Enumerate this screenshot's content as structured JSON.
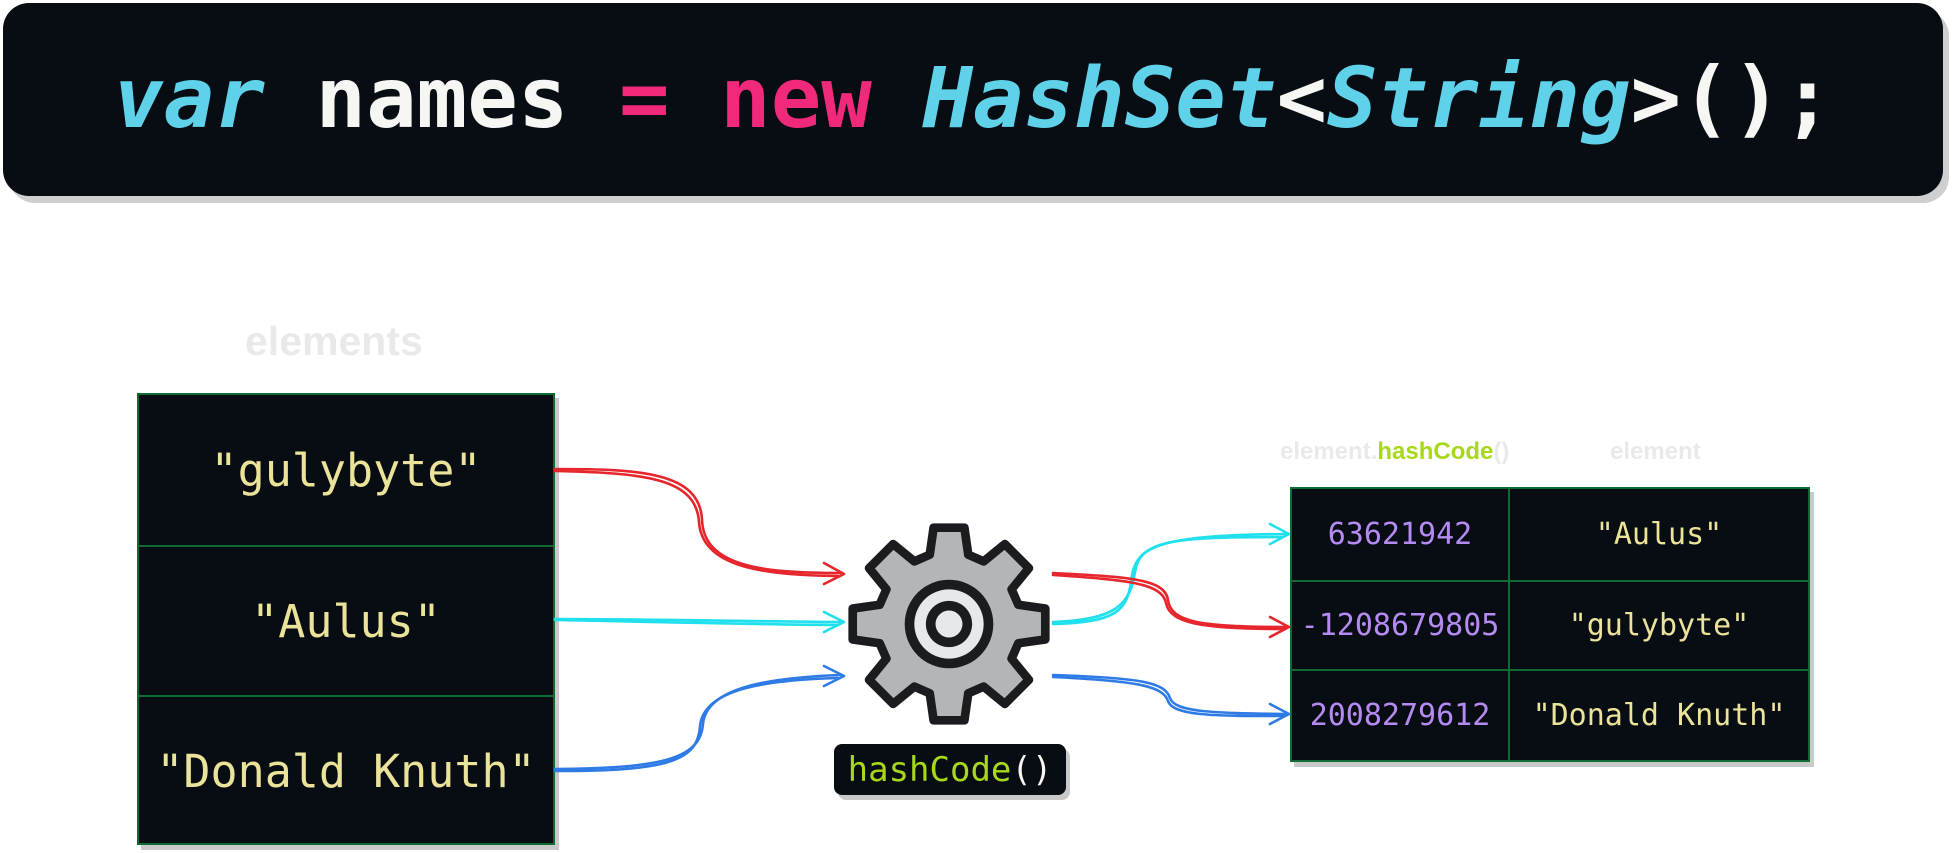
{
  "code": {
    "kw_var": "var",
    "ident": "names",
    "assign": "=",
    "kw_new": "new",
    "type": "HashSet",
    "lt": "<",
    "type_param": "String",
    "gt": ">",
    "tail": "();"
  },
  "elements": {
    "title": "elements",
    "items": [
      "\"gulybyte\"",
      "\"Aulus\"",
      "\"Donald Knuth\""
    ]
  },
  "function_label": {
    "name": "hashCode",
    "parens": "()"
  },
  "hash_table": {
    "header_code_prefix": "element.",
    "header_code_method": "hashCode",
    "header_code_parens": "()",
    "header_element": "element",
    "rows": [
      {
        "code": "63621942",
        "element": "\"Aulus\""
      },
      {
        "code": "-1208679805",
        "element": "\"gulybyte\""
      },
      {
        "code": "2008279612",
        "element": "\"Donald Knuth\""
      }
    ]
  },
  "colors": {
    "background_dark": "#080d14",
    "border_green": "#0f6b34",
    "string_yellow": "#ece39a",
    "number_purple": "#b58af2",
    "keyword_cyan": "#5fd2ea",
    "operator_pink": "#f0297b",
    "method_green": "#a8d81a",
    "arrow_red": "#e6262c",
    "arrow_cyan": "#20e0ee",
    "arrow_blue": "#2f7be6",
    "gear_gray": "#b3b5b8"
  },
  "icons": {
    "gear": "gear-icon"
  }
}
